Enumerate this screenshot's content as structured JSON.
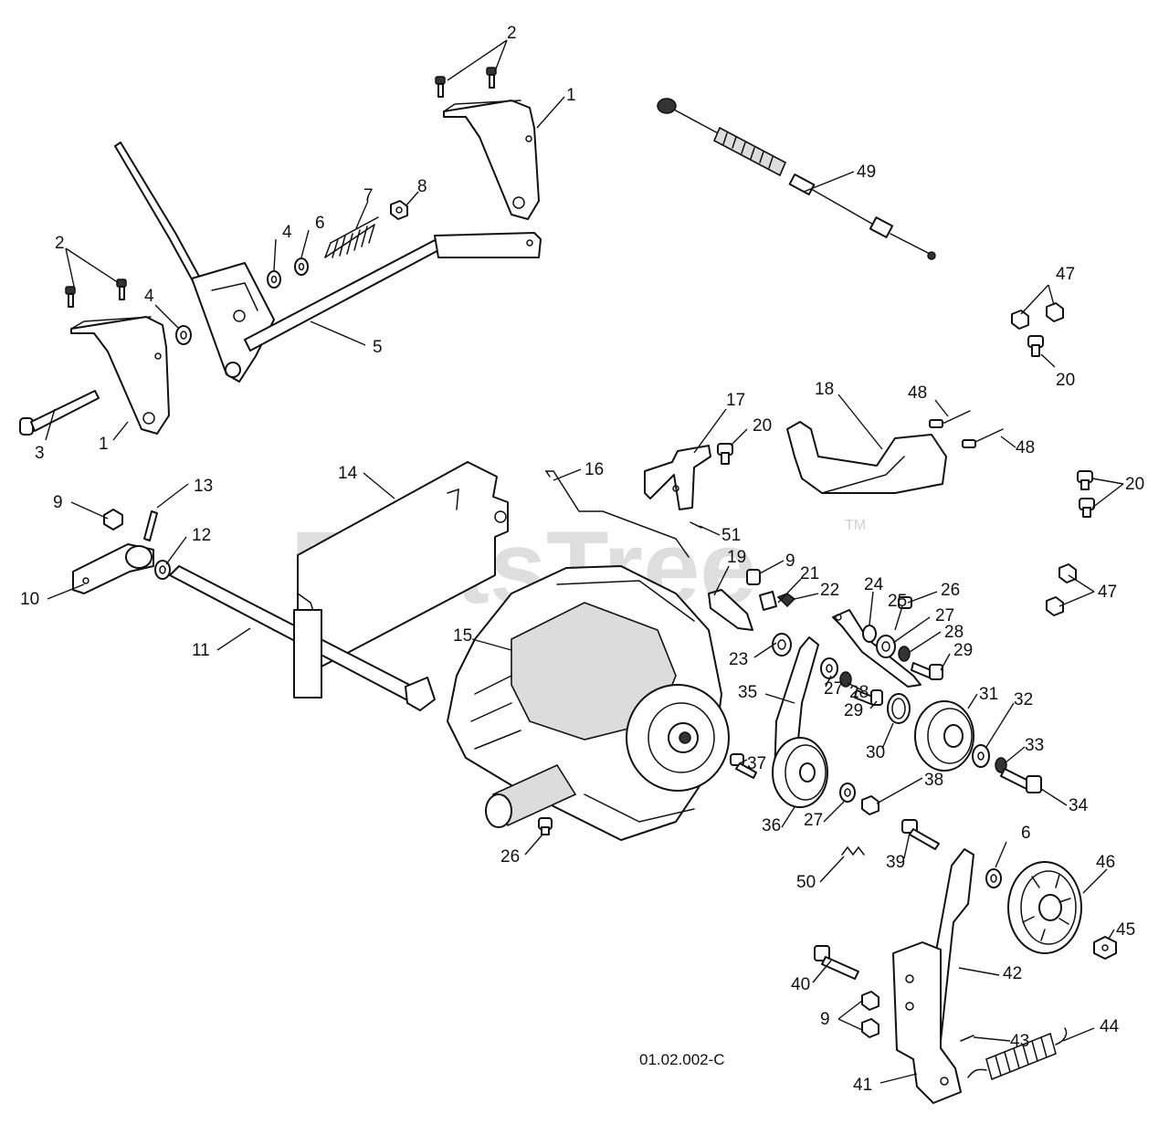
{
  "watermark": {
    "text": "PartsTree",
    "trademark": "TM"
  },
  "diagram_code": "01.02.002-C",
  "callouts": [
    {
      "id": "c-2a",
      "label": "2"
    },
    {
      "id": "c-1a",
      "label": "1"
    },
    {
      "id": "c-49",
      "label": "49"
    },
    {
      "id": "c-7",
      "label": "7"
    },
    {
      "id": "c-8",
      "label": "8"
    },
    {
      "id": "c-4a",
      "label": "4"
    },
    {
      "id": "c-6a",
      "label": "6"
    },
    {
      "id": "c-2b",
      "label": "2"
    },
    {
      "id": "c-4b",
      "label": "4"
    },
    {
      "id": "c-5",
      "label": "5"
    },
    {
      "id": "c-47a",
      "label": "47"
    },
    {
      "id": "c-20a",
      "label": "20"
    },
    {
      "id": "c-3",
      "label": "3"
    },
    {
      "id": "c-1b",
      "label": "1"
    },
    {
      "id": "c-17",
      "label": "17"
    },
    {
      "id": "c-20b",
      "label": "20"
    },
    {
      "id": "c-18",
      "label": "18"
    },
    {
      "id": "c-48a",
      "label": "48"
    },
    {
      "id": "c-48b",
      "label": "48"
    },
    {
      "id": "c-14",
      "label": "14"
    },
    {
      "id": "c-16",
      "label": "16"
    },
    {
      "id": "c-20c",
      "label": "20"
    },
    {
      "id": "c-9a",
      "label": "9"
    },
    {
      "id": "c-13",
      "label": "13"
    },
    {
      "id": "c-12",
      "label": "12"
    },
    {
      "id": "c-51",
      "label": "51"
    },
    {
      "id": "c-10",
      "label": "10"
    },
    {
      "id": "c-19",
      "label": "19"
    },
    {
      "id": "c-9b",
      "label": "9"
    },
    {
      "id": "c-21",
      "label": "21"
    },
    {
      "id": "c-22",
      "label": "22"
    },
    {
      "id": "c-24",
      "label": "24"
    },
    {
      "id": "c-26a",
      "label": "26"
    },
    {
      "id": "c-25",
      "label": "25"
    },
    {
      "id": "c-27a",
      "label": "27"
    },
    {
      "id": "c-47b",
      "label": "47"
    },
    {
      "id": "c-28a",
      "label": "28"
    },
    {
      "id": "c-11",
      "label": "11"
    },
    {
      "id": "c-15",
      "label": "15"
    },
    {
      "id": "c-23",
      "label": "23"
    },
    {
      "id": "c-29a",
      "label": "29"
    },
    {
      "id": "c-35",
      "label": "35"
    },
    {
      "id": "c-27b",
      "label": "27"
    },
    {
      "id": "c-28b",
      "label": "28"
    },
    {
      "id": "c-31",
      "label": "31"
    },
    {
      "id": "c-29b",
      "label": "29"
    },
    {
      "id": "c-30",
      "label": "30"
    },
    {
      "id": "c-32",
      "label": "32"
    },
    {
      "id": "c-37",
      "label": "37"
    },
    {
      "id": "c-33",
      "label": "33"
    },
    {
      "id": "c-38",
      "label": "38"
    },
    {
      "id": "c-34",
      "label": "34"
    },
    {
      "id": "c-36",
      "label": "36"
    },
    {
      "id": "c-27c",
      "label": "27"
    },
    {
      "id": "c-26b",
      "label": "26"
    },
    {
      "id": "c-6b",
      "label": "6"
    },
    {
      "id": "c-39",
      "label": "39"
    },
    {
      "id": "c-46",
      "label": "46"
    },
    {
      "id": "c-50",
      "label": "50"
    },
    {
      "id": "c-45",
      "label": "45"
    },
    {
      "id": "c-42",
      "label": "42"
    },
    {
      "id": "c-40",
      "label": "40"
    },
    {
      "id": "c-9c",
      "label": "9"
    },
    {
      "id": "c-43",
      "label": "43"
    },
    {
      "id": "c-44",
      "label": "44"
    },
    {
      "id": "c-41",
      "label": "41"
    }
  ]
}
